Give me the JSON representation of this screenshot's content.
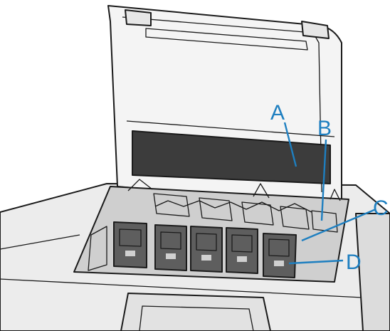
{
  "labels": {
    "a": "A",
    "b": "B",
    "c": "C",
    "d": "D"
  },
  "colors": {
    "callout": "#1e7fc0",
    "body": "#ececec",
    "cover": "#f4f4f4",
    "window": "#3c3c3c",
    "slot": "#9a9a9a",
    "cartridge": "#5e5e5e"
  }
}
